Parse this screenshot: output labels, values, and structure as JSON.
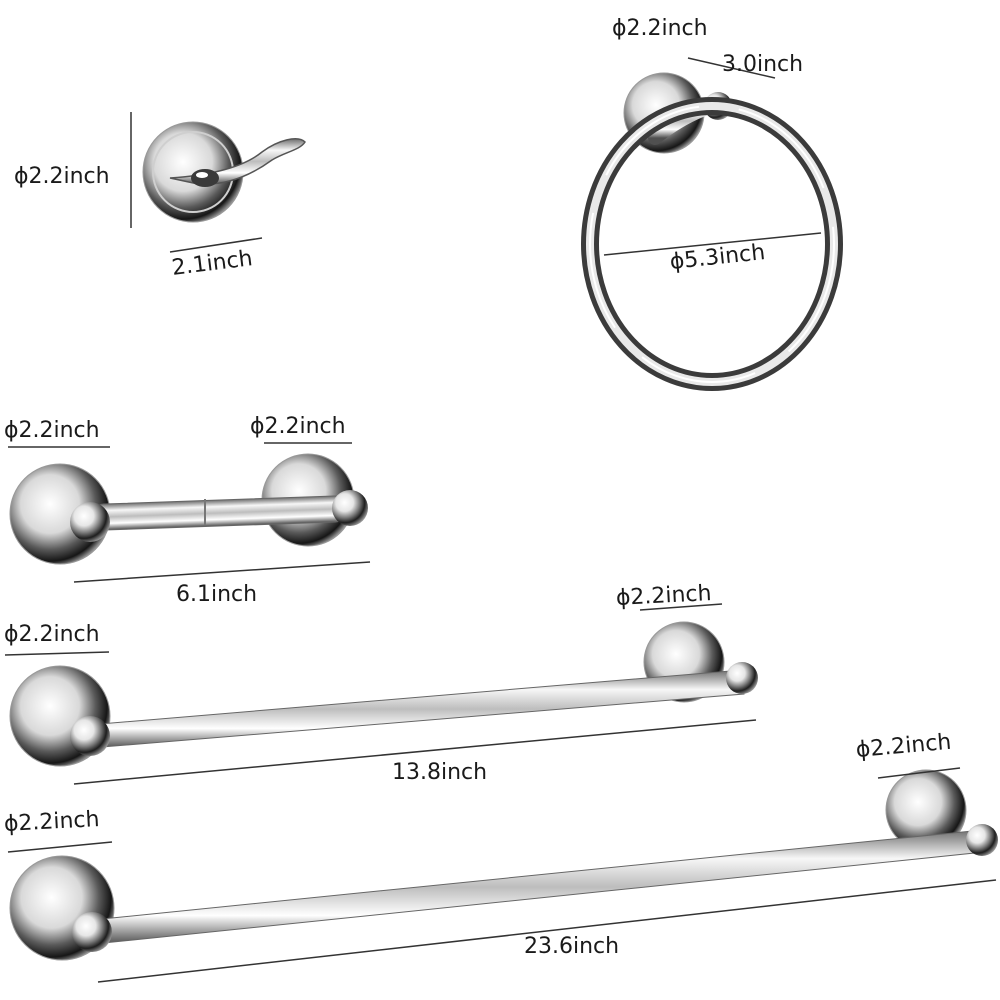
{
  "image": {
    "background_color": "#ffffff",
    "metal_color": "#c8c8c8",
    "metal_dark_color": "#2a2a2a",
    "dimension_line_color": "#333333"
  },
  "items": {
    "robe_hook": {
      "diameter_label": "ϕ2.2inch",
      "width_label": "2.1inch"
    },
    "towel_ring": {
      "base_diameter_label": "ϕ2.2inch",
      "projection_label": "3.0inch",
      "ring_diameter_label": "ϕ5.3inch"
    },
    "toilet_paper_holder": {
      "left_base_label": "ϕ2.2inch",
      "right_base_label": "ϕ2.2inch",
      "length_label": "6.1inch"
    },
    "towel_bar_short": {
      "right_base_label": "ϕ2.2inch",
      "left_base_label": "ϕ2.2inch",
      "length_label": "13.8inch"
    },
    "towel_bar_long": {
      "right_base_label": "ϕ2.2inch",
      "left_base_label": "ϕ2.2inch",
      "length_label": "23.6inch"
    }
  }
}
